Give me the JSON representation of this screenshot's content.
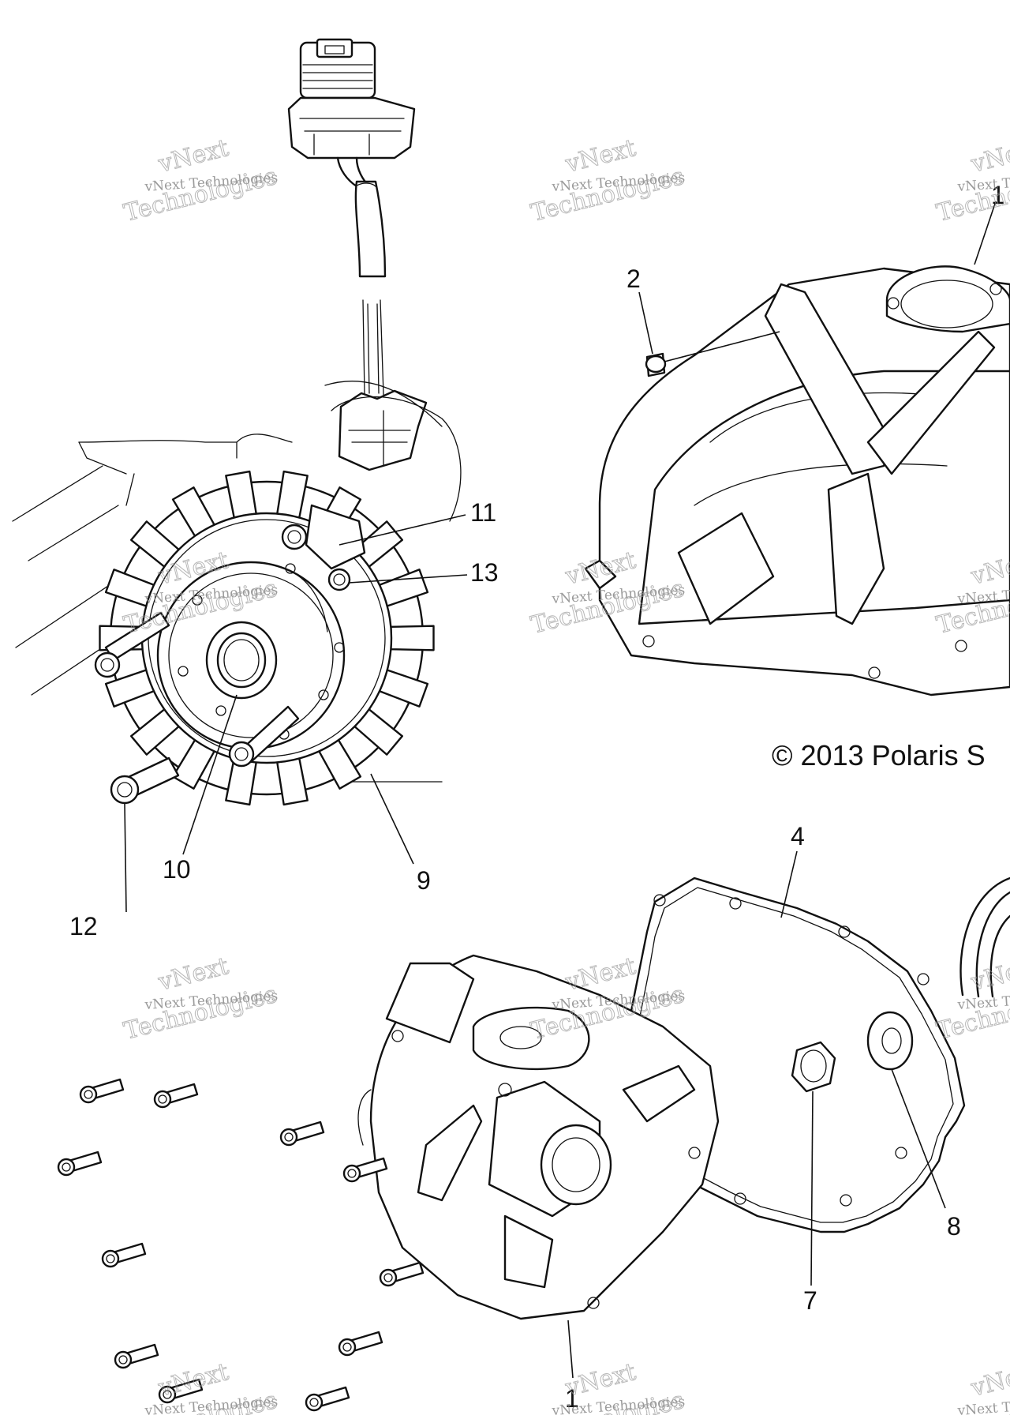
{
  "copyright": "© 2013 Polaris S",
  "watermark": {
    "brand": "vNext",
    "line1": "vNext Technologies",
    "line2": "Technologies"
  },
  "callouts": {
    "c1_top": "1",
    "c2": "2",
    "c4": "4",
    "c7": "7",
    "c8": "8",
    "c9": "9",
    "c10": "10",
    "c11": "11",
    "c12": "12",
    "c13": "13",
    "c1_bottom": "1"
  }
}
